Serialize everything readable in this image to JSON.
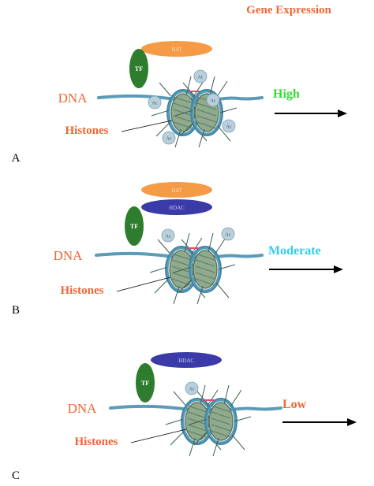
{
  "header": {
    "title": "Gene Expression"
  },
  "panels": [
    {
      "letter": "A",
      "dna_label": "DNA",
      "histones_label": "Histones",
      "expression_level": "High",
      "expression_color": "#33dd33",
      "tf_label": "TF",
      "enzymes": [
        {
          "label": "HAT",
          "color": "#f59a45"
        }
      ],
      "ac_label": "Ac",
      "ac_count": 5
    },
    {
      "letter": "B",
      "dna_label": "DNA",
      "histones_label": "Histones",
      "expression_level": "Moderate",
      "expression_color": "#33ccee",
      "tf_label": "TF",
      "enzymes": [
        {
          "label": "HAT",
          "color": "#f59a45"
        },
        {
          "label": "HDAC",
          "color": "#3a3aa8"
        }
      ],
      "ac_label": "Ac",
      "ac_count": 2
    },
    {
      "letter": "C",
      "dna_label": "DNA",
      "histones_label": "Histones",
      "expression_level": "Low",
      "expression_color": "#ee6633",
      "tf_label": "TF",
      "enzymes": [
        {
          "label": "HDAC",
          "color": "#3a3aa8"
        }
      ],
      "ac_label": "Ac",
      "ac_count": 1
    }
  ],
  "colors": {
    "label_orange": "#ee6633",
    "dna": "#5b9bb8",
    "tf": "#2e7d2e",
    "nucleosome": "#8faa8c",
    "acetyl": "#b9cfdc",
    "arrow": "#000000",
    "panel_letter": "#000000"
  }
}
